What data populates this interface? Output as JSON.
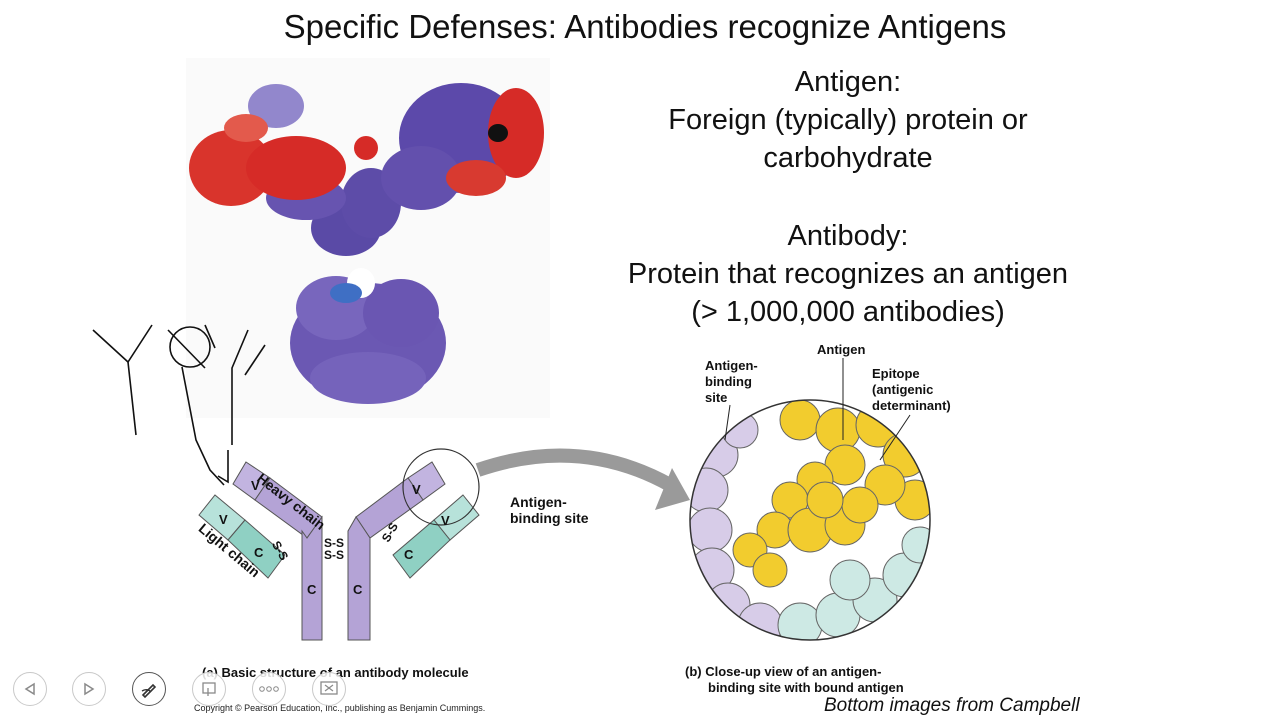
{
  "slide": {
    "title": "Specific Defenses: Antibodies recognize Antigens",
    "antigen_heading": "Antigen:",
    "antigen_def_line1": "Foreign (typically) protein or",
    "antigen_def_line2": "carbohydrate",
    "antibody_heading": "Antibody:",
    "antibody_def": "Protein that recognizes an antigen",
    "antibody_count": "(> 1,000,000 antibodies)",
    "credit": "Bottom images from Campbell",
    "copyright": "Copyright © Pearson Education, Inc., publishing as Benjamin Cummings."
  },
  "figure_a": {
    "caption": "(a) Basic structure of an antibody molecule",
    "heavy_chain": "Heavy chain",
    "light_chain": "Light chain",
    "v": "V",
    "c": "C",
    "ss": "S-S",
    "binding_site_line1": "Antigen-",
    "binding_site_line2": "binding site"
  },
  "figure_b": {
    "caption_line1": "(b) Close-up view of an antigen-",
    "caption_line2": "binding site with bound antigen",
    "antigen": "Antigen",
    "binding_site_line1": "Antigen-",
    "binding_site_line2": "binding",
    "binding_site_line3": "site",
    "epitope_line1": "Epitope",
    "epitope_line2": "(antigenic",
    "epitope_line3": "determinant)"
  },
  "controls": [
    {
      "name": "previous-slide-button",
      "icon": "triangle-left-icon"
    },
    {
      "name": "next-slide-button",
      "icon": "triangle-right-icon"
    },
    {
      "name": "pen-tool-button",
      "icon": "pen-icon"
    },
    {
      "name": "pointer-tool-button",
      "icon": "laser-pointer-icon"
    },
    {
      "name": "more-options-button",
      "icon": "ellipsis-icon"
    },
    {
      "name": "slide-overview-button",
      "icon": "slides-grid-icon"
    }
  ],
  "colors": {
    "heavy_chain": "#b8a8d8",
    "light_chain": "#a8ddd3",
    "antigen_yellow": "#f2cc2e",
    "protein_purple": "#6a55b0",
    "protein_red": "#d8302a",
    "arrow_gray": "#8e8e8e"
  }
}
